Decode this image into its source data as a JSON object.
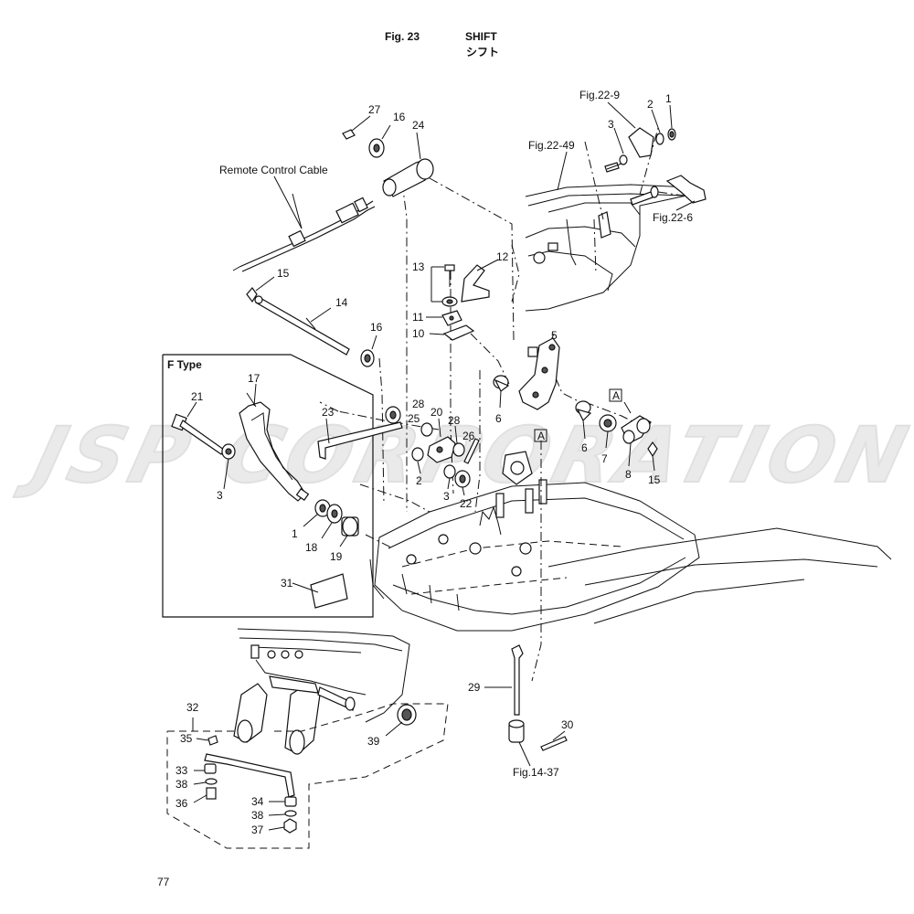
{
  "header": {
    "fig": "Fig. 23",
    "title": "SHIFT",
    "title_jp": "シフト"
  },
  "page_number": "77",
  "watermark": "JSP CORPORATION",
  "box_label": "F Type",
  "refs": {
    "fig22_9": "Fig.22-9",
    "fig22_49": "Fig.22-49",
    "fig22_6": "Fig.22-6",
    "fig14_37": "Fig.14-37",
    "remote_cable": "Remote Control Cable",
    "marker_a": "A"
  },
  "callouts": {
    "n1": "1",
    "n2": "2",
    "n3": "3",
    "n5": "5",
    "n6": "6",
    "n7": "7",
    "n8": "8",
    "n10": "10",
    "n11": "11",
    "n12": "12",
    "n13": "13",
    "n14": "14",
    "n15": "15",
    "n16": "16",
    "n17": "17",
    "n18": "18",
    "n19": "19",
    "n20": "20",
    "n21": "21",
    "n22": "22",
    "n23": "23",
    "n24": "24",
    "n25": "25",
    "n26": "26",
    "n27": "27",
    "n28": "28",
    "n29": "29",
    "n30": "30",
    "n31": "31",
    "n32": "32",
    "n33": "33",
    "n34": "34",
    "n35": "35",
    "n36": "36",
    "n37": "37",
    "n38": "38",
    "n39": "39"
  }
}
